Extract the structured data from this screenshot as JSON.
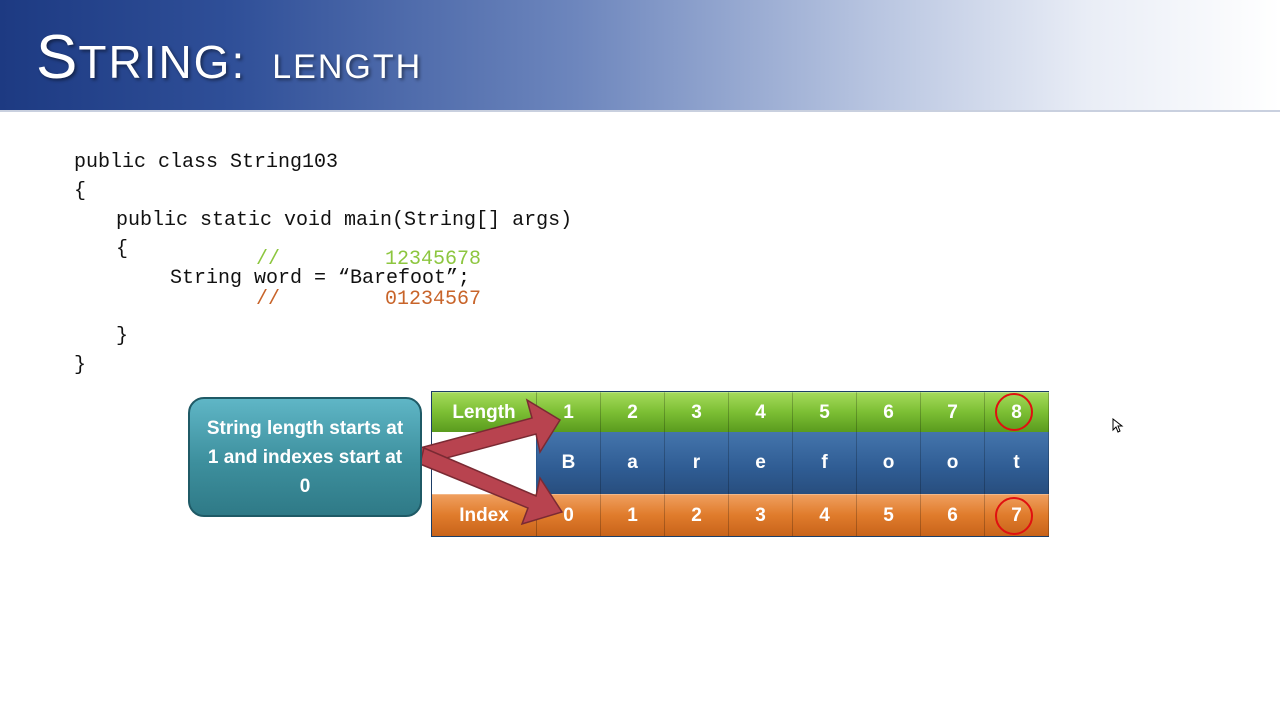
{
  "slide": {
    "title_main_cap": "S",
    "title_main_rest": "TRING:",
    "title_sub": "LENGTH"
  },
  "code": {
    "line1": "public class String103",
    "line2": "{",
    "line3": "public static void main(String[] args)",
    "line4": "{",
    "comment_top_slashes": "//",
    "comment_top_digits": "12345678",
    "line5": "String word = “Barefoot”;",
    "comment_bottom_slashes": "//",
    "comment_bottom_digits": "01234567",
    "line6": "}",
    "line7": "}"
  },
  "callout": {
    "text": "String length starts at 1 and indexes start at 0"
  },
  "table": {
    "length_label": "Length",
    "index_label": "Index",
    "length_values": [
      "1",
      "2",
      "3",
      "4",
      "5",
      "6",
      "7",
      "8"
    ],
    "characters": [
      "B",
      "a",
      "r",
      "e",
      "f",
      "o",
      "o",
      "t"
    ],
    "index_values": [
      "0",
      "1",
      "2",
      "3",
      "4",
      "5",
      "6",
      "7"
    ],
    "highlighted_length": "8",
    "highlighted_index": "7"
  },
  "colors": {
    "length_row": "#7cbf34",
    "char_row": "#2f5c93",
    "index_row": "#e07c2c",
    "callout": "#3d8f9d",
    "arrow": "#b8434f",
    "highlight_circle": "#e01010",
    "comment_green": "#8dc63f",
    "comment_orange": "#c8642a"
  },
  "icons": {
    "cursor": "mouse-pointer-icon"
  }
}
